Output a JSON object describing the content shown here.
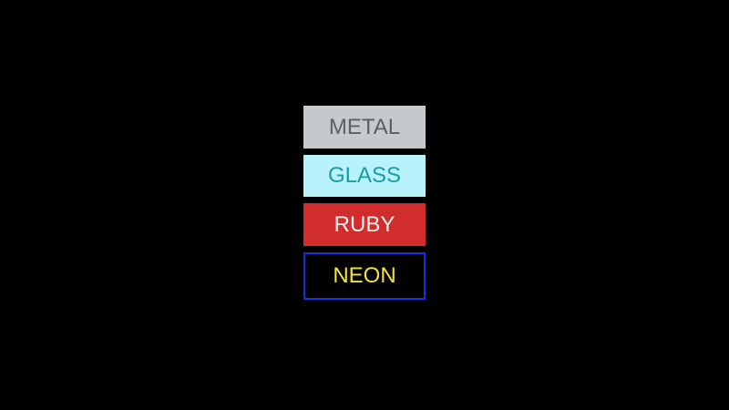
{
  "buttons": [
    {
      "label": "METAL",
      "bg": "#c6c9cc",
      "fg": "#5b6066"
    },
    {
      "label": "GLASS",
      "bg": "#b8f3fb",
      "fg": "#1a9aa6"
    },
    {
      "label": "RUBY",
      "bg": "#d12d2d",
      "fg": "#f5f0f0"
    },
    {
      "label": "NEON",
      "bg": "#000000",
      "fg": "#f2e23a",
      "border": "#1a2ee0"
    }
  ]
}
